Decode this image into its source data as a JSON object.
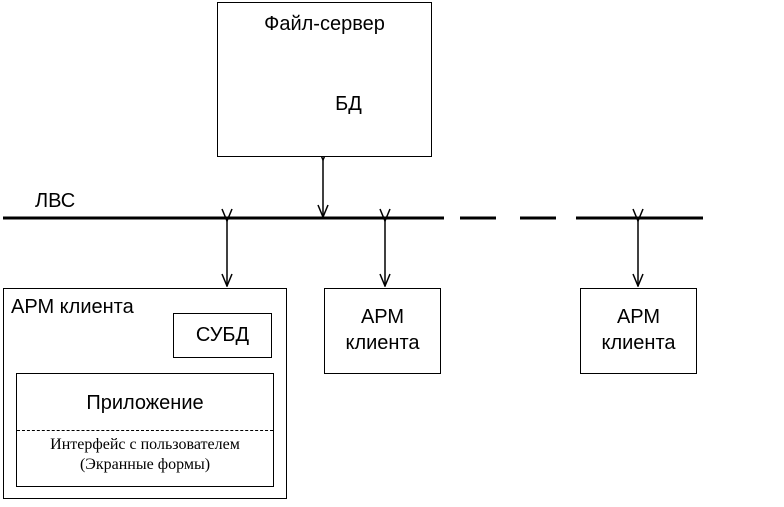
{
  "file_server": {
    "title": "Файл-сервер",
    "database_label": "БД"
  },
  "lan": {
    "label": "ЛВС"
  },
  "client_main": {
    "title": "АРМ клиента",
    "dbms_label": "СУБД",
    "application_label": "Приложение",
    "ui_line_1": "Интерфейс с пользователем",
    "ui_line_2": "(Экранные формы)"
  },
  "client_2": {
    "line_1": "АРМ",
    "line_2": "клиента"
  },
  "client_3": {
    "line_1": "АРМ",
    "line_2": "клиента"
  }
}
